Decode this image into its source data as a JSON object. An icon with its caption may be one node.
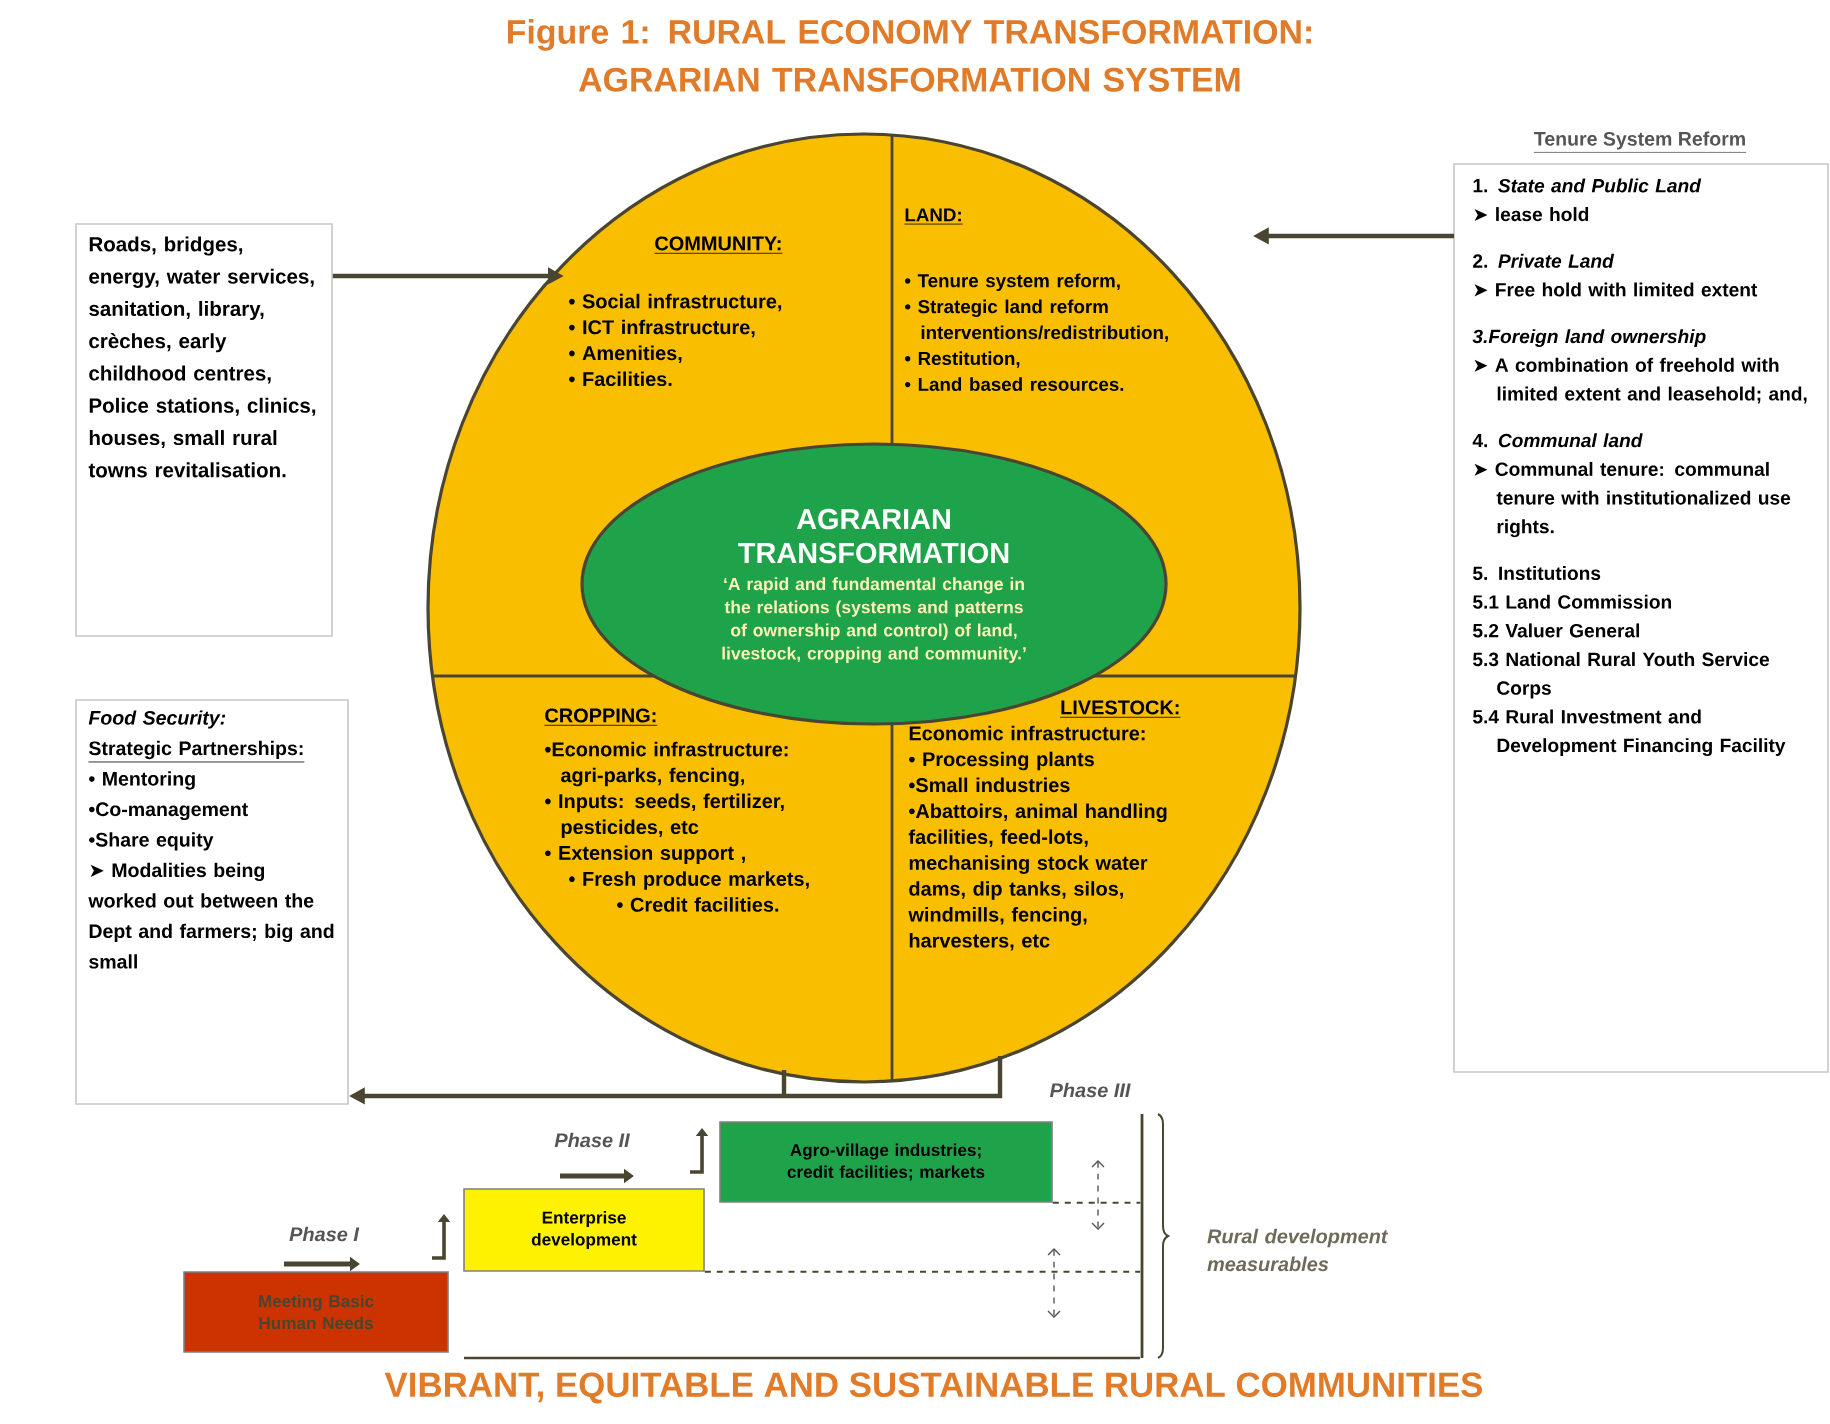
{
  "diagram": {
    "title": "Figure 1: RURAL ECONOMY TRANSFORMATION: AGRARIAN TRANSFORMATION SYSTEM",
    "caption": "VIBRANT, EQUITABLE AND SUSTAINABLE RURAL COMMUNITIES",
    "nodes": [
      {
        "text": [],
        "shape": "circle"
      },
      {
        "text": [
          "COMMUNITY:",
          "• Social infrastructure,",
          "• ICT infrastructure,",
          "• Amenities,",
          "• Facilities."
        ],
        "in": 0
      },
      {
        "text": [
          "LAND:",
          "• Tenure system reform,",
          "• Strategic land reform interventions/redistribution,",
          "• Restitution,",
          "• Land based resources."
        ],
        "in": 0
      },
      {
        "text": [
          "CROPPING:",
          "•Economic infrastructure: agri-parks, fencing,",
          "• Inputs: seeds, fertilizer, pesticides, etc",
          "• Extension support ,",
          "• Fresh produce markets,",
          "• Credit facilities."
        ],
        "in": 0
      },
      {
        "text": [
          "LIVESTOCK:",
          "Economic infrastructure:",
          "• Processing plants",
          "•Small industries",
          "•Abattoirs, animal handling facilities, feed-lots, mechanising stock water dams, dip tanks, silos, windmills, fencing, harvesters, etc"
        ],
        "in": 0
      },
      {
        "text": [
          "AGRARIAN TRANSFORMATION",
          "‘A rapid and fundamental change in the relations (systems and patterns of ownership and control) of land, livestock, cropping and community.’"
        ],
        "in": 0
      },
      {
        "text": [
          "Roads, bridges, energy, water services, sanitation, library, crèches, early childhood centres, Police stations, clinics, houses, small rural towns revitalisation."
        ]
      },
      {
        "text": [
          "Tenure System Reform",
          "1. *State and Public Land*",
          "➤ lease hold",
          "2. *Private Land*",
          "➤ Free hold with limited extent",
          "3.Foreign land ownership",
          "➤ A combination of freehold with limited extent and leasehold; and,",
          "4. *Communal land*",
          "➤ Communal tenure: communal tenure with institutionalized use rights.",
          "5. Institutions",
          "5.1 Land Commission",
          "5.2 Valuer General",
          "5.3 National Rural Youth Service Corps",
          "5.4 Rural Investment and Development Financing Facility"
        ]
      },
      {
        "text": [
          "Food Security:",
          "Strategic Partnerships:",
          "• Mentoring",
          "•Co-management",
          "•Share equity",
          "➤ Modalities being worked out between the Dept and farmers; big and small"
        ]
      },
      {
        "text": [
          "Meeting Basic Human Needs"
        ]
      },
      {
        "text": [
          "Enterprise development"
        ]
      },
      {
        "text": [
          "Agro-village industries; credit facilities; markets"
        ]
      },
      {
        "text": [],
        "shape": "bar"
      }
    ],
    "edges": [
      {
        "from": 6,
        "to": 1,
        "arrow": "to"
      },
      {
        "from": 7,
        "to": 2,
        "arrow": "to"
      },
      {
        "from": 0,
        "to": 8,
        "arrow": "to"
      },
      {
        "from": 11,
        "to": 12,
        "arrow": "none",
        "style": "dashed"
      },
      {
        "from": 10,
        "to": 12,
        "arrow": "none",
        "style": "dashed"
      }
    ],
    "labels": [
      "Phase I",
      "Phase II",
      "Phase III",
      "Rural development measurables"
    ]
  }
}
